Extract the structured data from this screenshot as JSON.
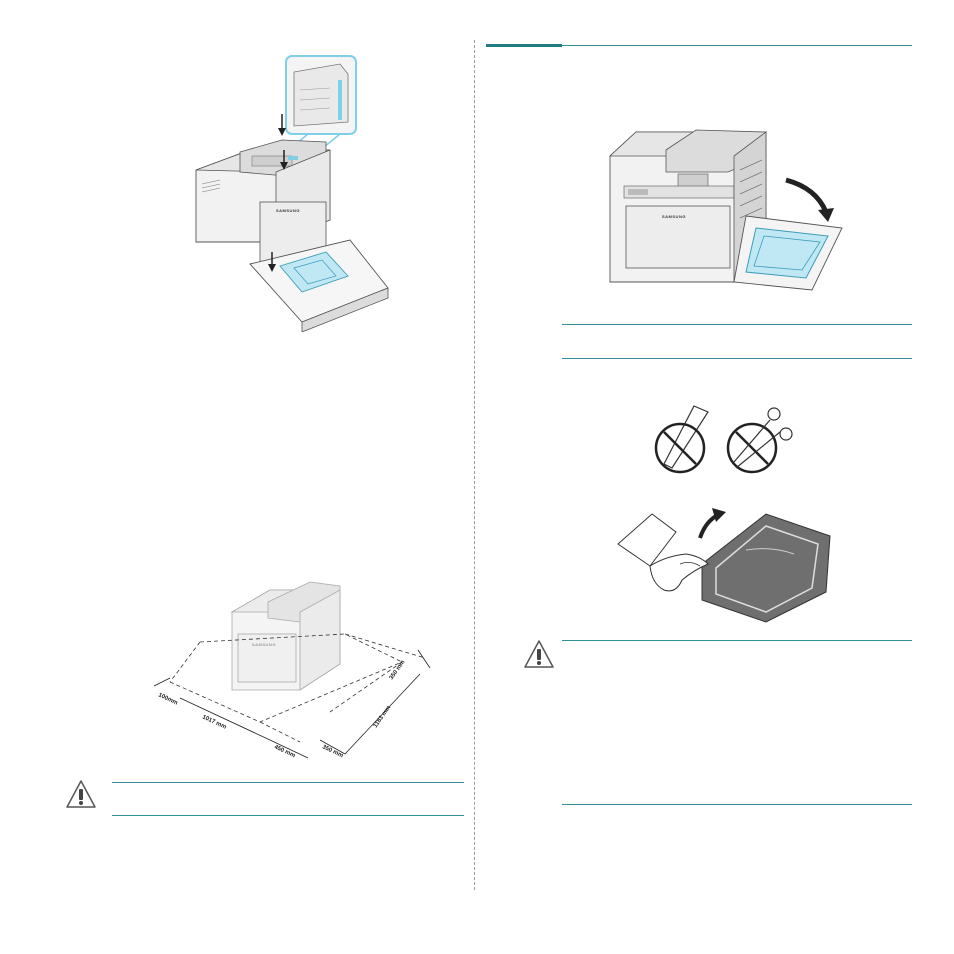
{
  "figures": {
    "tray": {
      "brand": "SAMSUNG"
    },
    "clearance": {
      "brand": "SAMSUNG",
      "dim_100": "100mm",
      "dim_1017": "1017 mm",
      "dim_450": "450 mm",
      "dim_350a": "350 mm",
      "dim_350b": "350 mm",
      "dim_1183": "1183 mm"
    },
    "door": {
      "brand": "SAMSUNG"
    }
  },
  "icons": {
    "caution_left": "caution-icon",
    "caution_right": "caution-icon",
    "no_knife": "no-knife-icon",
    "no_scissors": "no-scissors-icon"
  },
  "colors": {
    "rule": "#2f8f9a",
    "highlight": "#7fd0e6"
  }
}
